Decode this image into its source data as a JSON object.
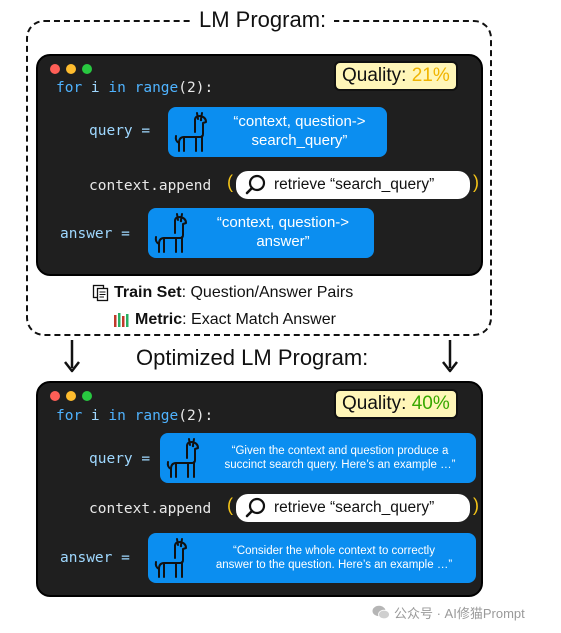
{
  "top": {
    "title": "LM Program:",
    "quality_label": "Quality: ",
    "quality_value": "21%",
    "code": {
      "for_kw": "for",
      "i": " i ",
      "in_kw": "in",
      "range_fn": "range",
      "range_args": "(2):",
      "query_lhs": "query =",
      "query_sig": "“context, question->\nsearch_query”",
      "context_append": "context.append",
      "retrieve_text": "retrieve “search_query”",
      "answer_lhs": "answer =",
      "answer_sig": "“context, question->\nanswer”"
    },
    "train_set_bold": "Train Set",
    "train_set_rest": ": Question/Answer Pairs",
    "metric_bold": "Metric",
    "metric_rest": ": Exact Match Answer"
  },
  "bottom": {
    "title": "Optimized LM Program:",
    "quality_label": "Quality: ",
    "quality_value": "40%",
    "code": {
      "for_kw": "for",
      "i": " i ",
      "in_kw": "in",
      "range_fn": "range",
      "range_args": "(2):",
      "query_lhs": "query =",
      "query_prompt": "“Given the context and question produce a\nsuccinct search query.  Here’s an example …”",
      "context_append": "context.append",
      "retrieve_text": "retrieve “search_query”",
      "answer_lhs": "answer =",
      "answer_prompt": "“Consider the whole context to correctly\nanswer to the question.  Here’s an example …”"
    }
  },
  "watermark": "公众号 · AI修猫Prompt",
  "colors": {
    "editor_bg": "#1f1f1f",
    "bubble_blue": "#0b8ef0",
    "quality_bg": "#fff6b8",
    "quality_low": "#f0b400",
    "quality_high": "#38a800",
    "dot_red": "#ff5f57",
    "dot_yellow": "#febc2e",
    "dot_green": "#28c840",
    "paren_yellow": "#f5c518"
  },
  "icons": [
    "llama-icon",
    "search-icon",
    "documents-icon",
    "metric-bars-icon",
    "wechat-icon",
    "arrow-down-icon"
  ]
}
